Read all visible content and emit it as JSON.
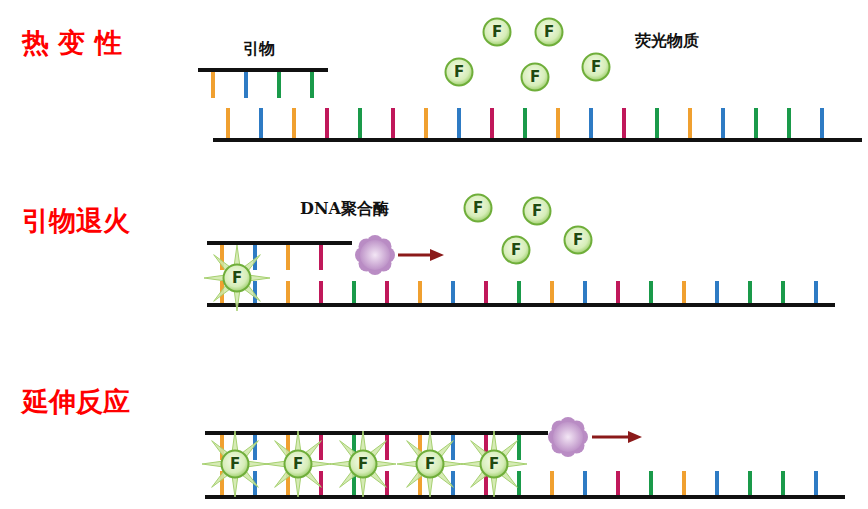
{
  "diagram": {
    "nodes": [
      {
        "text": [
          "F"
        ]
      },
      {
        "text": [
          "F"
        ]
      },
      {
        "text": [
          "F"
        ]
      },
      {
        "text": [
          "F"
        ]
      },
      {
        "text": [
          "F"
        ]
      },
      {
        "text": [
          "F"
        ]
      },
      {
        "text": [
          "F"
        ]
      },
      {
        "text": [
          "F"
        ]
      },
      {
        "text": [
          "F"
        ]
      },
      {
        "text": [
          "F"
        ]
      },
      {
        "text": [
          "F"
        ]
      },
      {
        "text": [
          "F"
        ]
      },
      {
        "text": [
          "F"
        ]
      },
      {
        "text": [
          "F"
        ]
      },
      {
        "text": [
          "F"
        ]
      }
    ],
    "labels": [
      "热 变 性",
      "引物",
      "荧光物质",
      "引物退火",
      "DNA聚合酶",
      "延伸反应"
    ]
  }
}
